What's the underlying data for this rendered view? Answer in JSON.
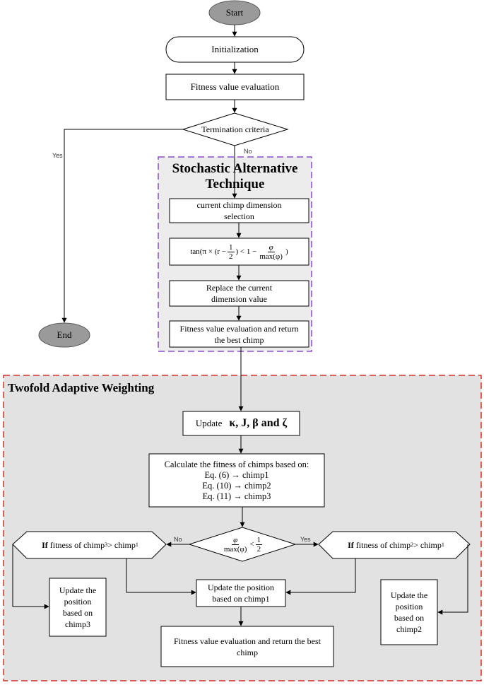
{
  "nodes": {
    "start": "Start",
    "initialization": "Initialization",
    "fitness_eval": "Fitness value evaluation",
    "termination": "Termination criteria",
    "end": "End",
    "dim_select": "current chimp dimension selection",
    "condition_eq": {
      "lhs": "tan(π × (r −",
      "half_num": "1",
      "half_den": "2",
      "mid": ") < 1 −",
      "phi": "φ",
      "max_phi": "max(φ)",
      "close": ")"
    },
    "replace": "Replace the current dimension value",
    "fitness_best": "Fitness value evaluation and return the best chimp",
    "update_vars": {
      "prefix": "Update",
      "vars": "κ, J,  β  and  ζ"
    },
    "calc_title": "Calculate the fitness of chimps based on:",
    "calc_lines": [
      "Eq. (6)  →  chimp1",
      "Eq. (10) →  chimp2",
      "Eq. (11) →  chimp3"
    ],
    "decision": {
      "phi": "φ",
      "max_phi": "max(φ)",
      "lt": "<",
      "half_num": "1",
      "half_den": "2"
    },
    "if_left": {
      "bold": "If",
      "text": "fitness of chimp",
      "sub_a": "3",
      "gt": "> chimp",
      "sub_b": "1"
    },
    "if_right": {
      "bold": "If",
      "text": "fitness of chimp",
      "sub_a": "2",
      "gt": "> chimp",
      "sub_b": "1"
    },
    "update_chimp3": "Update the position based on chimp3",
    "update_chimp1": "Update the position based on chimp1",
    "update_chimp2": "Update the position based on chimp2",
    "final_fitness": "Fitness value evaluation and return the best chimp"
  },
  "edge_labels": {
    "yes_end": "Yes",
    "no_down": "No",
    "no_left": "No",
    "yes_right": "Yes"
  },
  "sections": {
    "stochastic": "Stochastic Alternative Technique",
    "twofold": "Twofold Adaptive Weighting"
  },
  "colors": {
    "stochastic_border": "#8a4fc7",
    "twofold_border": "#d32f2f",
    "panel_fill": "#e6e6e6",
    "terminal_fill": "#9a9a9a"
  }
}
